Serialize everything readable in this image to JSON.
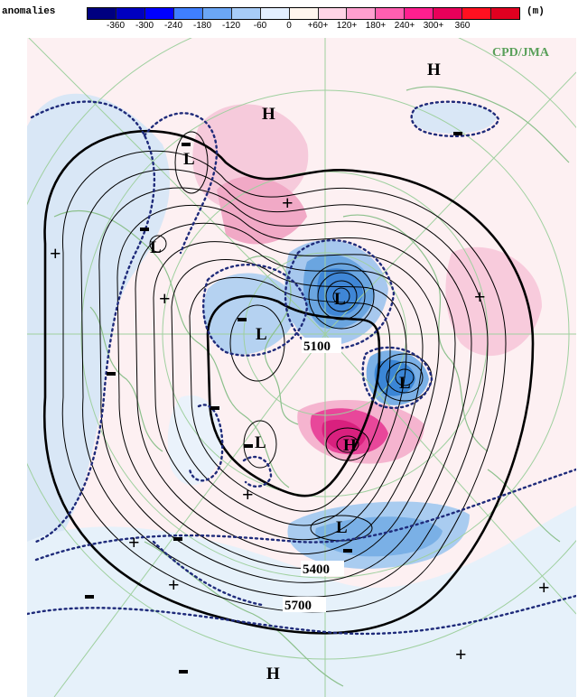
{
  "legend": {
    "label": "anomalies",
    "unit": "(m)",
    "colors": [
      "#000080",
      "#0000c0",
      "#0000ff",
      "#3f7fff",
      "#6ba6f5",
      "#a7ccf7",
      "#e3efff",
      "#fff5ee",
      "#ffd4e6",
      "#ff9fcf",
      "#ff5fb0",
      "#ff1f8f",
      "#e8005a",
      "#ff1020",
      "#e00020"
    ],
    "ticks": [
      "-360",
      "-300",
      "-240",
      "-180",
      "-120",
      "-60",
      "0",
      "+60+",
      "120+",
      "180+",
      "240+",
      "300+",
      "360"
    ]
  },
  "map": {
    "credit": "CPD/JMA",
    "contour_labels": [
      "5100",
      "5400",
      "5700"
    ],
    "highs": [
      "H",
      "H",
      "H",
      "H"
    ],
    "lows": [
      "L",
      "L",
      "L",
      "L",
      "L",
      "L",
      "L"
    ],
    "colors": {
      "ocean": "#eaf3fb",
      "positive_light": "#fbe3ea",
      "positive_mid": "#f6b7cf",
      "positive_strong": "#e8479a",
      "negative_light": "#d6e6f7",
      "negative_mid": "#8fbde9",
      "negative_strong": "#3b86d6",
      "coast": "#8cc08c",
      "zero_line": "#1e2a7a"
    }
  }
}
